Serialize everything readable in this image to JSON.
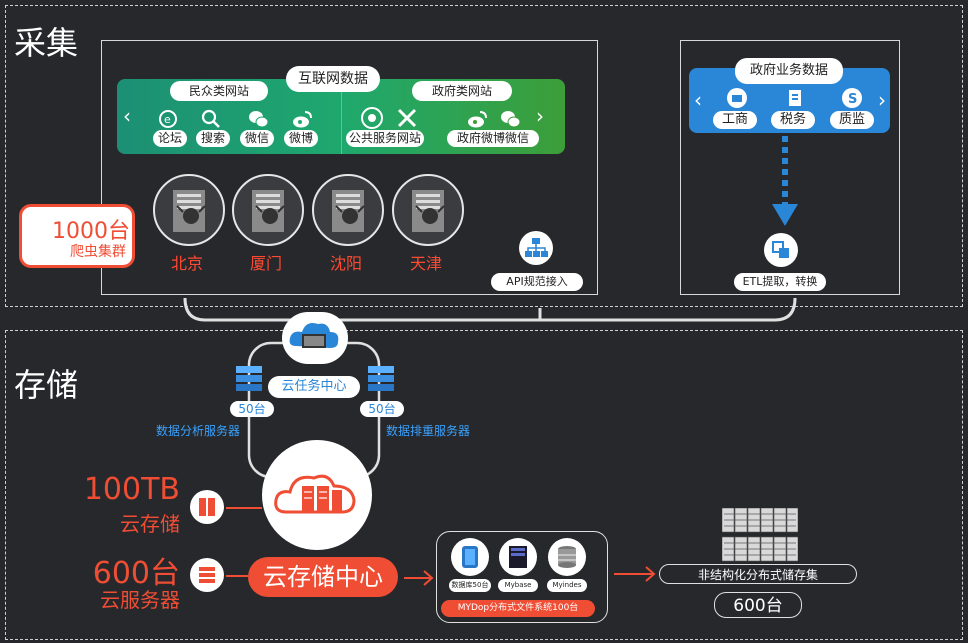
{
  "sections": {
    "collect": "采集",
    "storage": "存储"
  },
  "internet": {
    "title": "互联网数据",
    "public_group": "民众类网站",
    "gov_group": "政府类网站",
    "public_items": [
      "论坛",
      "搜索",
      "微信",
      "微博"
    ],
    "gov_items": [
      "公共服务网站",
      "政府微博微信"
    ]
  },
  "crawler": {
    "count": "1000台",
    "label": "爬虫集群",
    "cities": [
      "北京",
      "厦门",
      "沈阳",
      "天津"
    ]
  },
  "api": {
    "label": "API规范接入"
  },
  "gov_business": {
    "title": "政府业务数据",
    "items": [
      "工商",
      "税务",
      "质监"
    ],
    "etl": "ETL提取，转换"
  },
  "task_center": {
    "title": "云任务中心",
    "left_count": "50台",
    "left_label": "数据分析服务器",
    "right_count": "50台",
    "right_label": "数据排重服务器"
  },
  "cloud_storage": {
    "size": "100TB",
    "size_label": "云存储",
    "servers": "600台",
    "servers_label": "云服务器",
    "center": "云存储中心"
  },
  "fs": {
    "items": [
      "数据库50台",
      "Mybase",
      "Myindes"
    ],
    "label": "MYDop分布式文件系统100台"
  },
  "unstructured": {
    "label": "非结构化分布式储存集",
    "count": "600台"
  },
  "colors": {
    "green": "#1f9a70",
    "blue": "#2a86d6",
    "red": "#ef4d34",
    "bg": "#26282c"
  }
}
